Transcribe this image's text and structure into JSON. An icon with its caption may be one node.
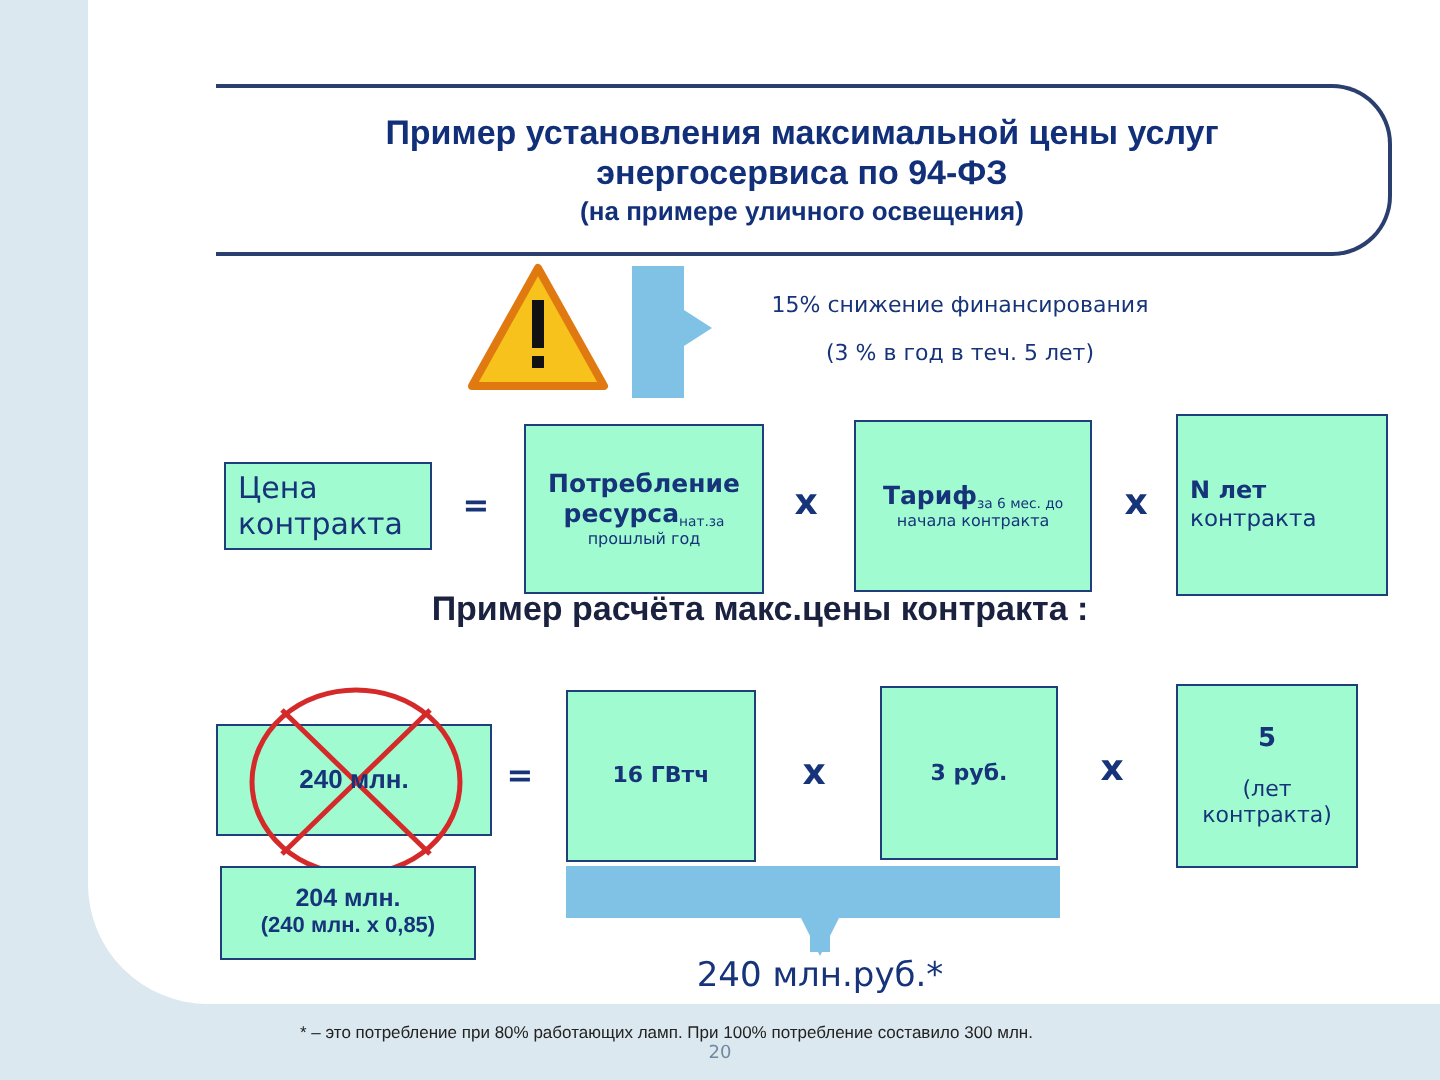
{
  "diagram": {
    "nodes": [
      {
        "text": [
          "Пример установления максимальной цены услуг энергосервиса по 94-ФЗ",
          "(на примере уличного освещения)"
        ]
      },
      {
        "text": [
          "Цена контракта"
        ]
      },
      {
        "text": [
          "Потребление ресурса$_{нат.за}$",
          "прошлый год"
        ]
      },
      {
        "text": [
          "Тариф$_{за 6 мес. до}$",
          "начала контракта"
        ]
      },
      {
        "text": [
          "N лет",
          "контракта"
        ]
      },
      {
        "text": [
          "240 млн."
        ]
      },
      {
        "text": [
          "16 ГВтч"
        ]
      },
      {
        "text": [
          "3 руб."
        ]
      },
      {
        "text": [
          "5",
          "(лет контракта)"
        ]
      },
      {
        "text": [
          "204 млн.",
          "(240 млн. x 0,85)"
        ]
      },
      {
        "text": [],
        "shape": "bar"
      },
      {
        "text": [
          "240 млн.руб.*"
        ]
      }
    ],
    "edges": [
      {
        "from": 10,
        "to": 11,
        "arrow": "to"
      }
    ],
    "labels": [
      "15% снижение финансирования",
      "(3 % в год в теч. 5 лет)",
      "=",
      "x",
      "x",
      "Пример расчёта макс.цены контракта :",
      "=",
      "x",
      "x",
      "* – это потребление при 80% работающих ламп. При 100% потребление составило 300 млн.",
      "20"
    ]
  }
}
